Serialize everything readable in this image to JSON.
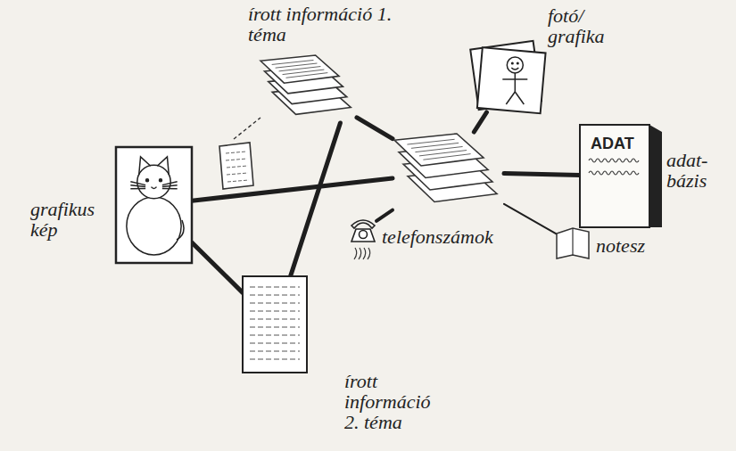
{
  "diagram": {
    "nodes": [
      {
        "text": [
          "írott információ 1. téma"
        ]
      },
      {
        "text": [
          "fotó/ grafika"
        ]
      },
      {
        "text": [
          "ADAT",
          "adat-bázis"
        ]
      },
      {
        "text": [
          "grafikus kép"
        ]
      },
      {
        "text": []
      },
      {
        "text": [
          "notesz"
        ]
      },
      {
        "text": [
          "telefonszámok"
        ]
      },
      {
        "text": [
          "írott információ 2. téma"
        ]
      }
    ],
    "edges": [
      {
        "from": 0,
        "to": 4,
        "arrow": "none"
      },
      {
        "from": 1,
        "to": 4,
        "arrow": "none"
      },
      {
        "from": 2,
        "to": 4,
        "arrow": "none"
      },
      {
        "from": 3,
        "to": 4,
        "arrow": "none"
      },
      {
        "from": 3,
        "to": 7,
        "arrow": "none"
      },
      {
        "from": 0,
        "to": 7,
        "arrow": "none"
      },
      {
        "from": 6,
        "to": 4,
        "arrow": "none"
      },
      {
        "from": 5,
        "to": 4,
        "arrow": "none"
      }
    ]
  }
}
